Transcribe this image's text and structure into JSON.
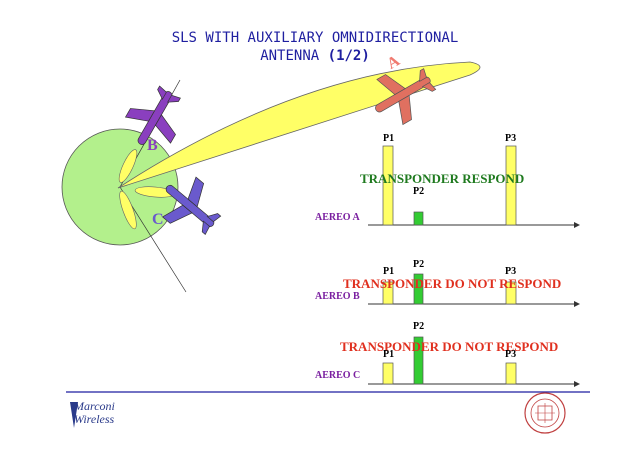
{
  "title": {
    "line1": "SLS WITH AUXILIARY OMNIDIRECTIONAL",
    "line2_main": "ANTENNA",
    "line2_part": "(1/2)"
  },
  "planes": {
    "a": "A",
    "b": "B",
    "c": "C"
  },
  "pulses": {
    "p1": "P1",
    "p2": "P2",
    "p3": "P3"
  },
  "rows": [
    {
      "aereo": "AEREO A",
      "message": "TRANSPONDER RESPOND"
    },
    {
      "aereo": "AEREO B",
      "message": "TRANSPONDER DO NOT RESPOND"
    },
    {
      "aereo": "AEREO C",
      "message": "TRANSPONDER DO NOT RESPOND"
    }
  ],
  "logo": {
    "line1": "Marconi",
    "line2": "Wireless"
  },
  "colors": {
    "title": "#1f1fa0",
    "aereo": "#7a1fa0",
    "respond": "#1f7a1f",
    "not_respond": "#e0301f",
    "yellow_pulse": "#ffff66",
    "green_pulse": "#33cc33",
    "circle": "#b3f08c"
  }
}
